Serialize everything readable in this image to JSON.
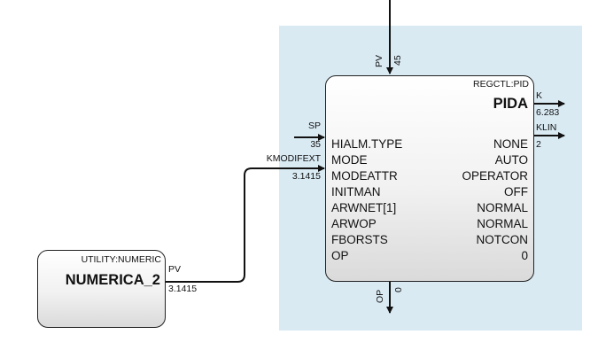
{
  "pid_block": {
    "type": "REGCTL:PID",
    "name": "PIDA",
    "params": [
      {
        "name": "HIALM.TYPE",
        "value": "NONE"
      },
      {
        "name": "MODE",
        "value": "AUTO"
      },
      {
        "name": "MODEATTR",
        "value": "OPERATOR"
      },
      {
        "name": "INITMAN",
        "value": "OFF"
      },
      {
        "name": "ARWNET[1]",
        "value": "NORMAL"
      },
      {
        "name": "ARWOP",
        "value": "NORMAL"
      },
      {
        "name": "FBORSTS",
        "value": "NOTCON"
      },
      {
        "name": "OP",
        "value": "0"
      }
    ],
    "inputs": {
      "pv": {
        "label": "PV",
        "value": "45"
      },
      "sp": {
        "label": "SP",
        "value": "35"
      },
      "kmodifext": {
        "label": "KMODIFEXT",
        "value": "3.1415"
      }
    },
    "outputs": {
      "k": {
        "label": "K",
        "value": "6.283"
      },
      "klin": {
        "label": "KLIN",
        "value": "2"
      },
      "op": {
        "label": "OP",
        "value": "0"
      }
    }
  },
  "numeric_block": {
    "type": "UTILITY:NUMERIC",
    "name": "NUMERICA_2",
    "output": {
      "label": "PV",
      "value": "3.1415"
    }
  },
  "colors": {
    "selection_region": "#d9eaf3",
    "wire": "#111111",
    "block_border": "#222222"
  }
}
